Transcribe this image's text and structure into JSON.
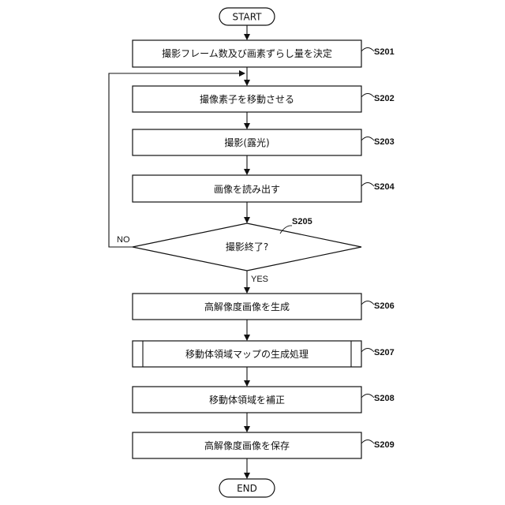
{
  "flowchart": {
    "start": "START",
    "end": "END",
    "steps": {
      "s201": {
        "id": "S201",
        "text": "撮影フレーム数及び画素ずらし量を決定"
      },
      "s202": {
        "id": "S202",
        "text": "撮像素子を移動させる"
      },
      "s203": {
        "id": "S203",
        "text": "撮影(露光)"
      },
      "s204": {
        "id": "S204",
        "text": "画像を読み出す"
      },
      "s205": {
        "id": "S205",
        "text": "撮影終了?"
      },
      "s206": {
        "id": "S206",
        "text": "高解像度画像を生成"
      },
      "s207": {
        "id": "S207",
        "text": "移動体領域マップの生成処理"
      },
      "s208": {
        "id": "S208",
        "text": "移動体領域を補正"
      },
      "s209": {
        "id": "S209",
        "text": "高解像度画像を保存"
      }
    },
    "branches": {
      "no": "NO",
      "yes": "YES"
    }
  }
}
